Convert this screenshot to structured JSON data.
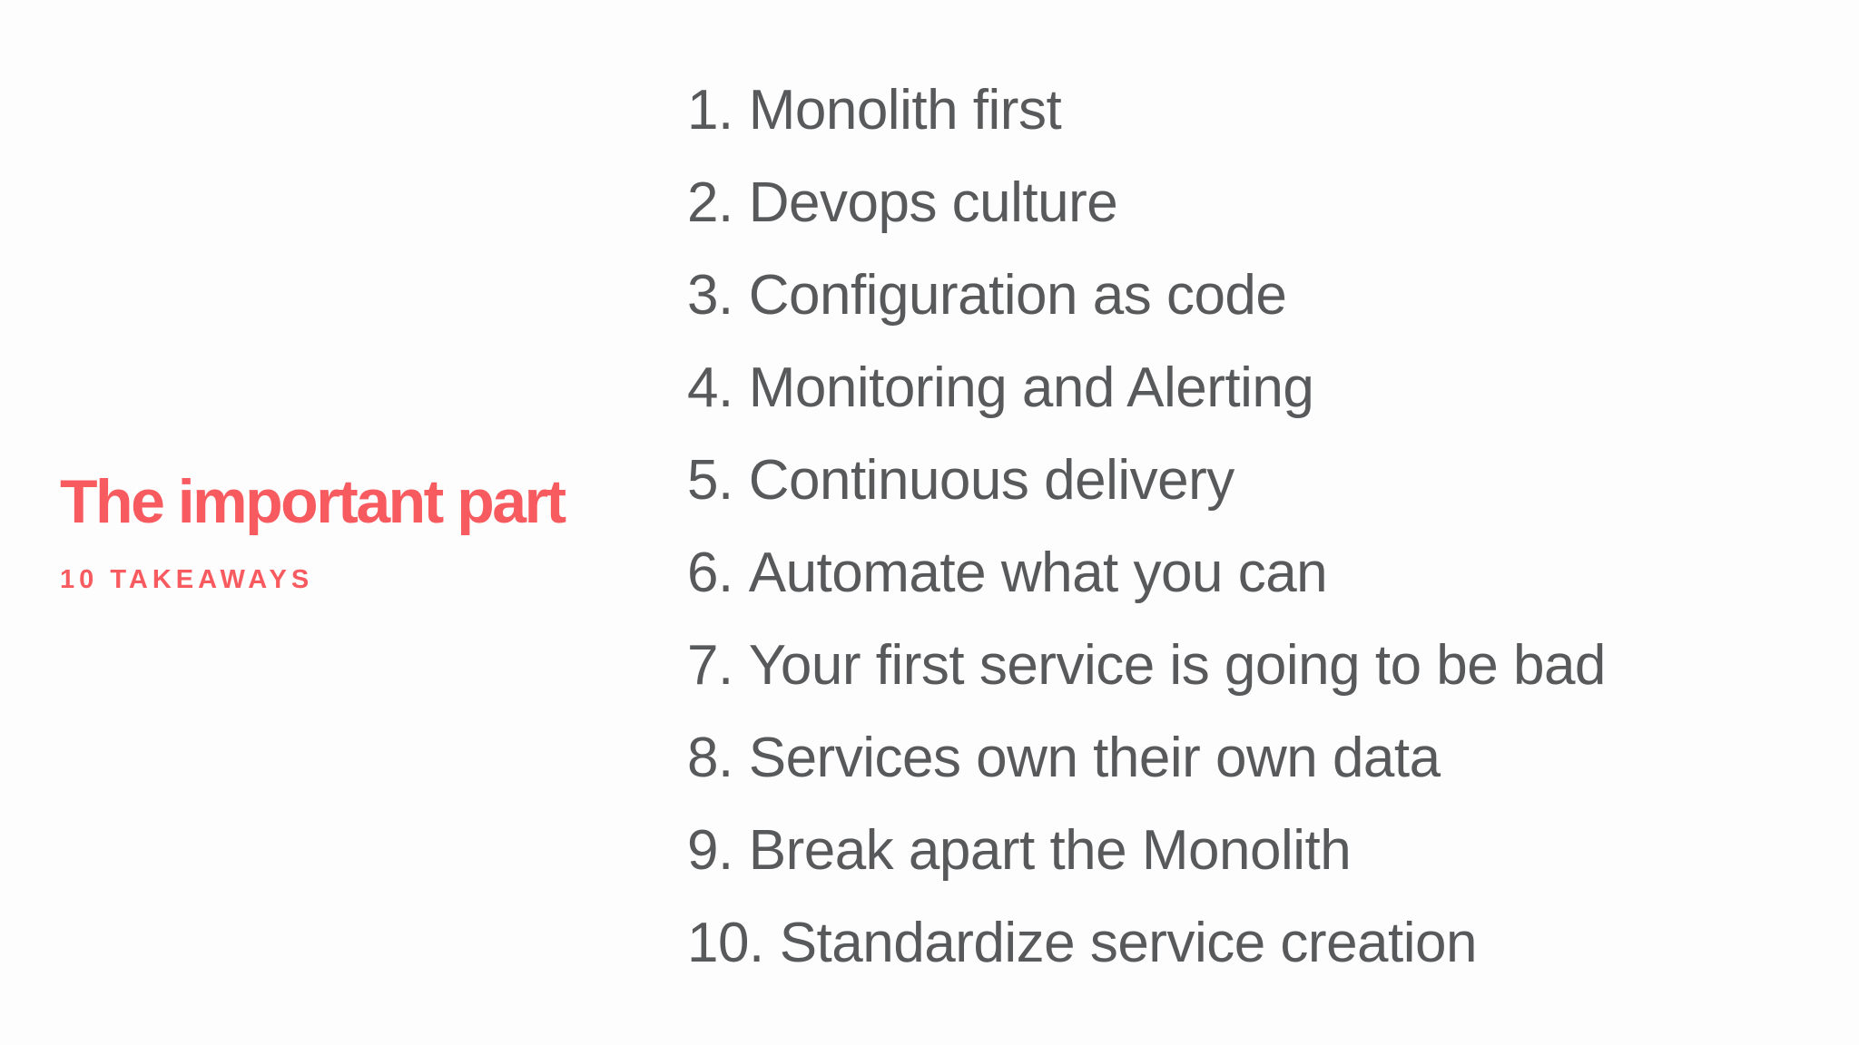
{
  "slide": {
    "background_color": "#FDFDFD",
    "accent_color": "#F75B5F",
    "list_text_color": "#58595B"
  },
  "title_block": {
    "title": "The important part",
    "subtitle": "10 TAKEAWAYS"
  },
  "takeaways": {
    "items": [
      {
        "number": "1.",
        "label": "Monolith first"
      },
      {
        "number": "2.",
        "label": "Devops culture"
      },
      {
        "number": "3.",
        "label": "Configuration as code"
      },
      {
        "number": "4.",
        "label": "Monitoring and Alerting"
      },
      {
        "number": "5.",
        "label": "Continuous delivery"
      },
      {
        "number": "6.",
        "label": "Automate what you can"
      },
      {
        "number": "7.",
        "label": "Your first service is going to be bad"
      },
      {
        "number": "8.",
        "label": "Services own their own data"
      },
      {
        "number": "9.",
        "label": "Break apart the Monolith"
      },
      {
        "number": "10.",
        "label": "Standardize service creation"
      }
    ]
  }
}
